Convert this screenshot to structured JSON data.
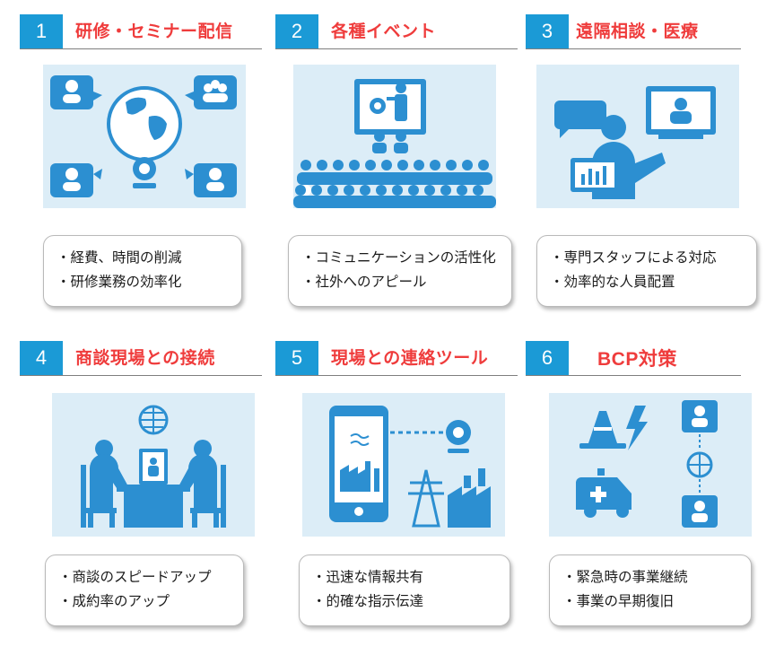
{
  "cards": [
    {
      "number": "1",
      "title": "研修・セミナー配信",
      "bullets": [
        "・経費、時間の削減",
        "・研修業務の効率化"
      ]
    },
    {
      "number": "2",
      "title": "各種イベント",
      "bullets": [
        "・コミュニケーションの活性化",
        "・社外へのアピール"
      ]
    },
    {
      "number": "3",
      "title": "遠隔相談・医療",
      "bullets": [
        "・専門スタッフによる対応",
        "・効率的な人員配置"
      ]
    },
    {
      "number": "4",
      "title": "商談現場との接続",
      "bullets": [
        "・商談のスピードアップ",
        "・成約率のアップ"
      ]
    },
    {
      "number": "5",
      "title": "現場との連絡ツール",
      "bullets": [
        "・迅速な情報共有",
        "・的確な指示伝達"
      ]
    },
    {
      "number": "6",
      "title": "BCP対策",
      "bullets": [
        "・緊急時の事業継続",
        "・事業の早期復旧"
      ]
    }
  ],
  "colors": {
    "number_badge": "#1b9ad6",
    "title": "#ef3c3c",
    "icon": "#2c8fd1",
    "illustration_bg": "#dcedf7"
  }
}
